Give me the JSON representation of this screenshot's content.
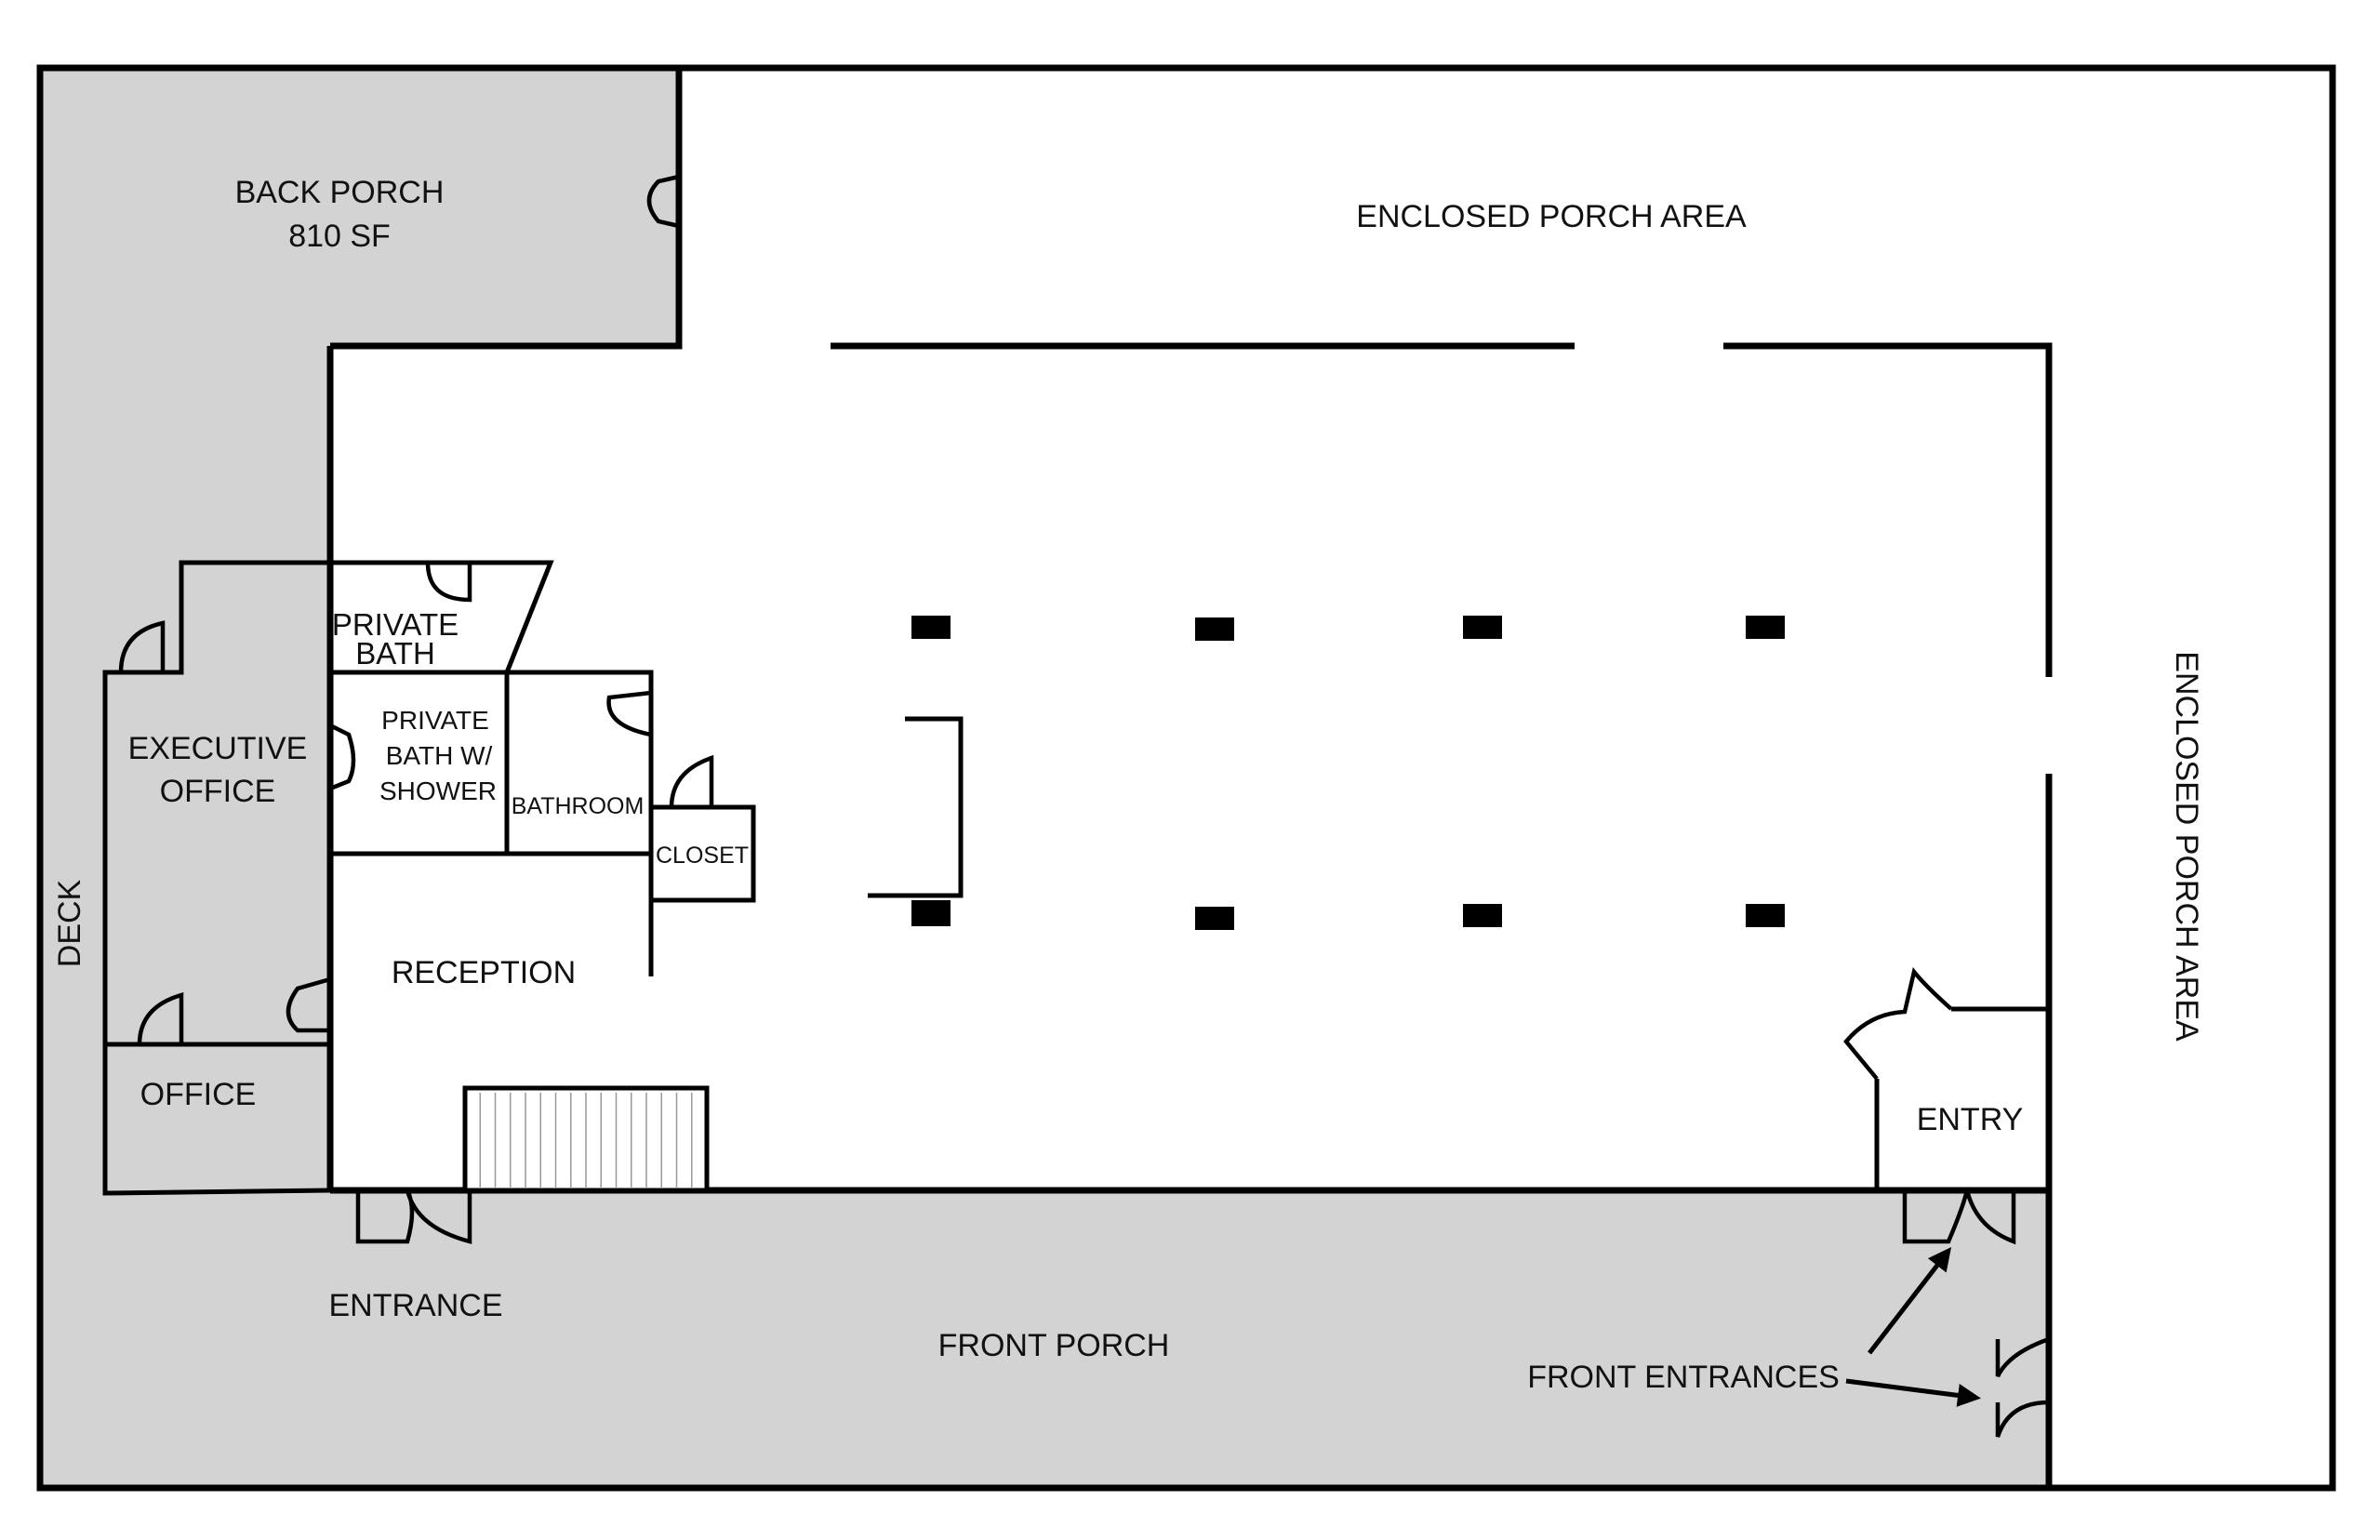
{
  "colors": {
    "porch_fill": "#d3d3d3",
    "wall": "#000000",
    "background": "#ffffff"
  },
  "labels": {
    "back_porch": "BACK PORCH",
    "back_porch_area": "810 SF",
    "enclosed_porch_top": "ENCLOSED PORCH AREA",
    "enclosed_porch_right": "ENCLOSED PORCH AREA",
    "private_bath": [
      "PRIVATE",
      "BATH"
    ],
    "private_bath_shower": [
      "PRIVATE",
      "BATH W/",
      "SHOWER"
    ],
    "bathroom": "BATHROOM",
    "closet": "CLOSET",
    "executive_office": [
      "EXECUTIVE",
      "OFFICE"
    ],
    "reception": "RECEPTION",
    "office": "OFFICE",
    "deck": "DECK",
    "entry": "ENTRY",
    "entrance": "ENTRANCE",
    "front_porch": "FRONT PORCH",
    "front_entrances": "FRONT ENTRANCES"
  }
}
